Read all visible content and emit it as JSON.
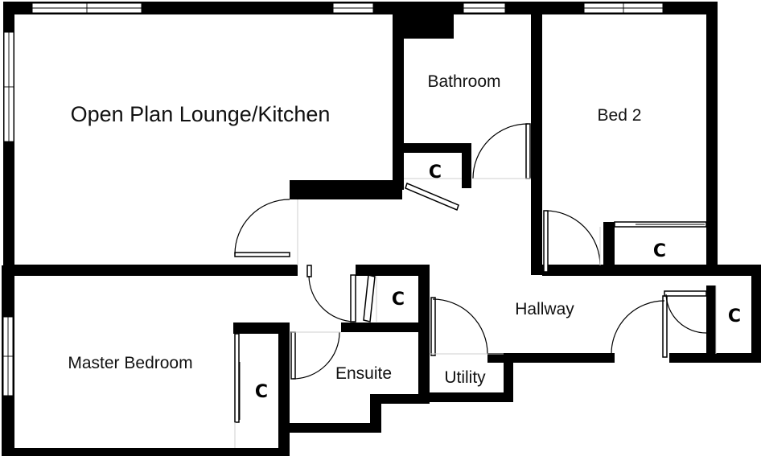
{
  "rooms": {
    "lounge": "Open Plan Lounge/Kitchen",
    "bathroom": "Bathroom",
    "bed2": "Bed 2",
    "hallway": "Hallway",
    "master": "Master Bedroom",
    "ensuite": "Ensuite",
    "utility": "Utility"
  },
  "cupboards": {
    "c1": "C",
    "c2": "C",
    "c3": "C",
    "c4": "C",
    "c5": "C"
  },
  "colors": {
    "wall": "#000000",
    "background": "#ffffff"
  }
}
